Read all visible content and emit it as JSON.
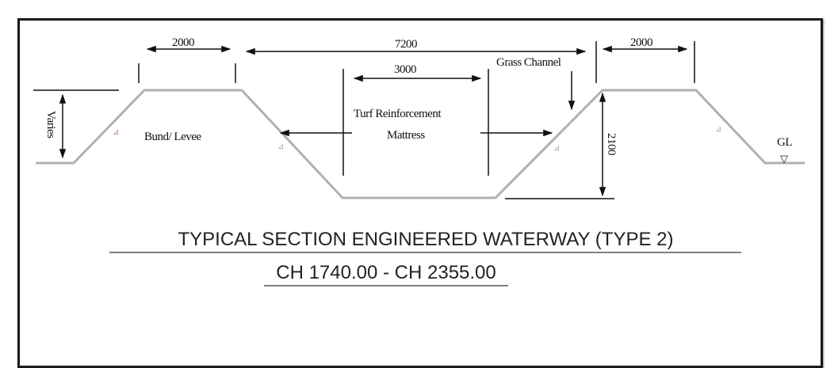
{
  "diagram": {
    "type": "engineering cross-section",
    "title": "TYPICAL SECTION ENGINEERED WATERWAY (TYPE 2)",
    "subtitle": "CH 1740.00 - CH 2355.00",
    "dimensions": {
      "left_crest_width": "2000",
      "top_width": "7200",
      "base_width": "3000",
      "right_crest_width": "2000",
      "depth": "2100",
      "bund_height": "Varies"
    },
    "labels": {
      "bund": "Bund/ Levee",
      "turf_line1": "Turf Reinforcement",
      "turf_line2": "Mattress",
      "grass_channel": "Grass Channel",
      "ground_level": "GL",
      "ground_symbol": "▽"
    },
    "colors": {
      "profile_line": "#b0b0b0",
      "dimension_line": "#111111",
      "frame": "#1a1a1a",
      "background": "#ffffff"
    }
  }
}
